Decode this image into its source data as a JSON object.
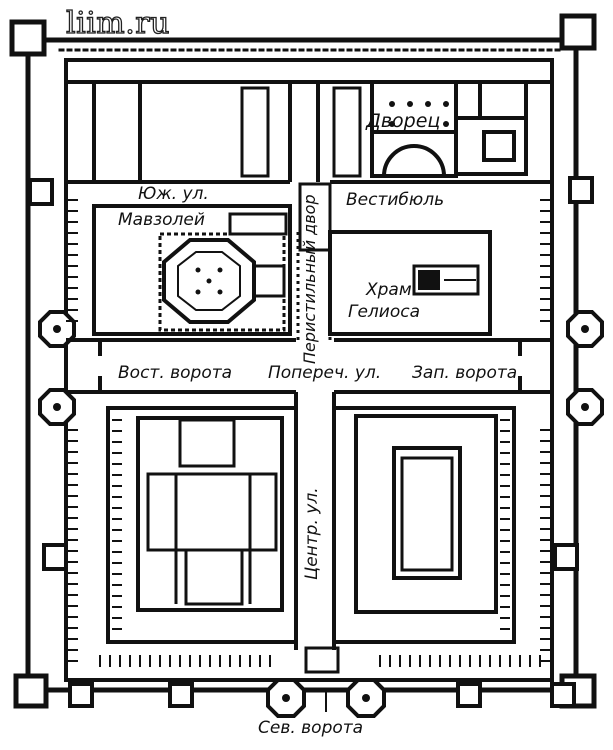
{
  "watermark": "liim.ru",
  "labels": {
    "palace": "Дворец",
    "south_street": "Юж. ул.",
    "mausoleum": "Мавзолей",
    "vestibule": "Вестибюль",
    "peristyle": "Перистильный двор",
    "temple_line1": "Храм",
    "temple_line2": "Гелиоса",
    "east_gate": "Вост. ворота",
    "cross_street": "Попереч. ул.",
    "west_gate": "Зап. ворота",
    "central_street": "Центр. ул.",
    "north_gate": "Сев. ворота"
  }
}
